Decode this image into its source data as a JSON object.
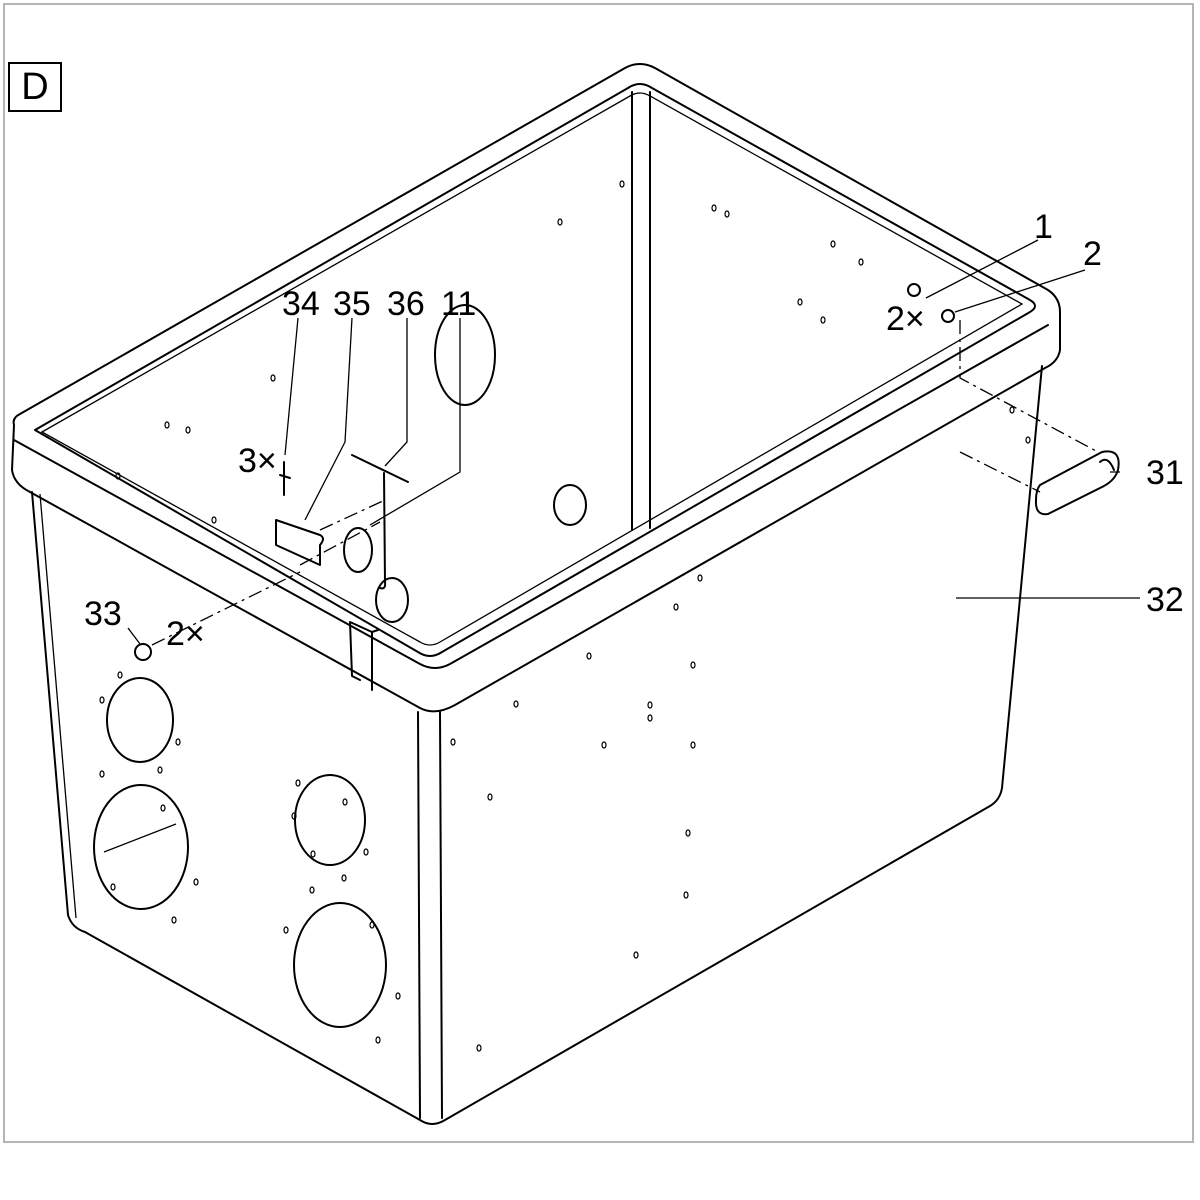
{
  "view_label": "D",
  "callouts": {
    "p1": "1",
    "p2": "2",
    "qty_bolts": "2×",
    "p31": "31",
    "p32": "32",
    "p34": "34",
    "p35": "35",
    "p36": "36",
    "p11": "11",
    "qty_clips": "3×",
    "p33": "33",
    "qty_screws": "2×"
  }
}
